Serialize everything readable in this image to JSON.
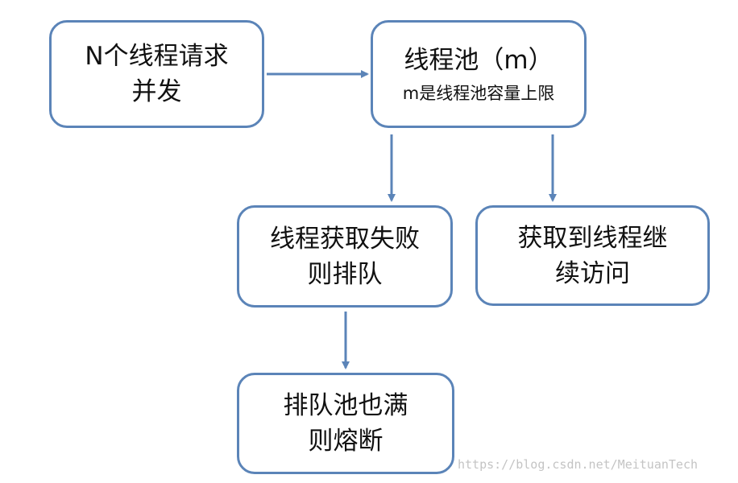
{
  "nodes": {
    "requests": {
      "line1": "N个线程请求",
      "line2": "并发"
    },
    "pool": {
      "line1": "线程池（m）",
      "line2": "m是线程池容量上限"
    },
    "queue": {
      "line1": "线程获取失败",
      "line2": "则排队"
    },
    "access": {
      "line1": "获取到线程继",
      "line2": "续访问"
    },
    "breaker": {
      "line1": "排队池也满",
      "line2": "则熔断"
    }
  },
  "colors": {
    "box_border": "#5b84b8",
    "arrow": "#5b84b8",
    "text": "#111111",
    "watermark": "#c4c4c4"
  },
  "watermark": "https://blog.csdn.net/MeituanTech"
}
